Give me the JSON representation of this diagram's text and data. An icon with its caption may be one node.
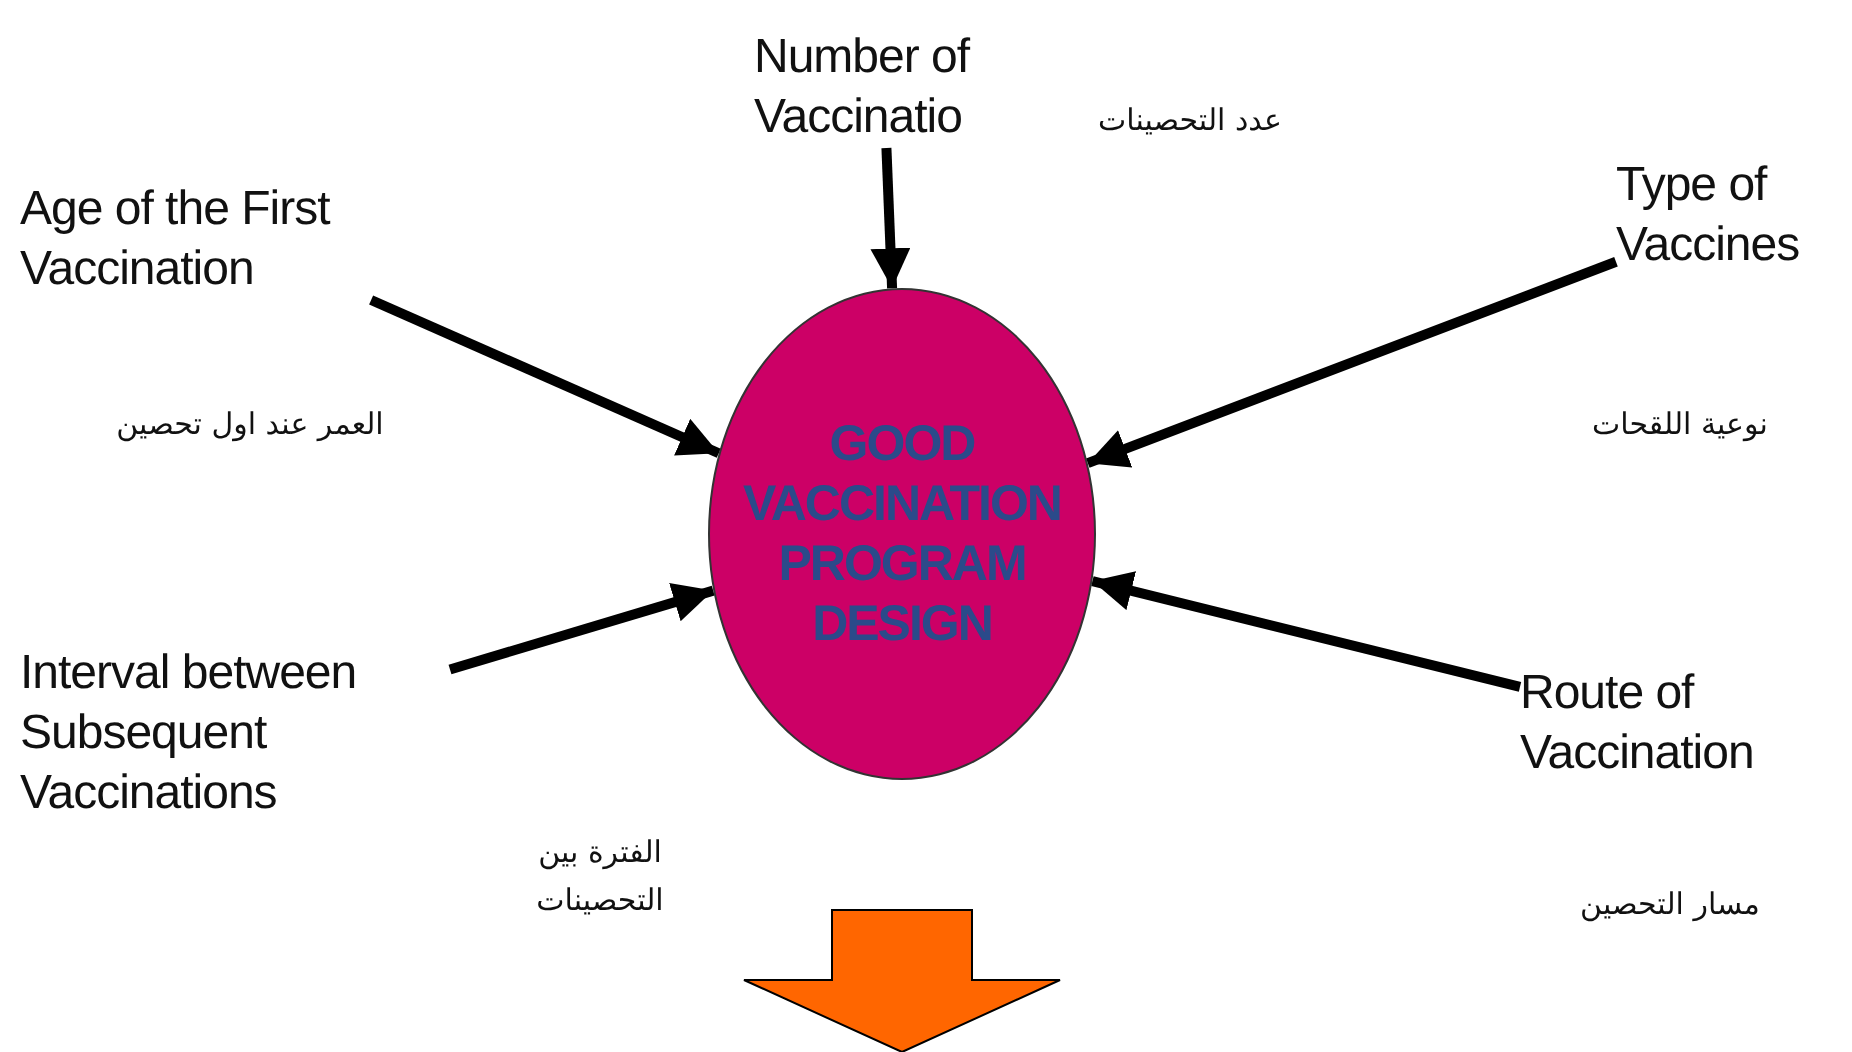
{
  "diagram": {
    "nodes": [
      {
        "text": [
          "GOOD VACCINATION PROGRAM DESIGN"
        ]
      },
      {
        "text": [
          "Number of Vaccinatio"
        ]
      },
      {
        "text": [
          "Age of the First Vaccination"
        ]
      },
      {
        "text": [
          "Type of Vaccines"
        ]
      },
      {
        "text": [
          "Interval between Subsequent Vaccinations"
        ]
      },
      {
        "text": [
          "Route of Vaccination"
        ]
      }
    ],
    "edges": [
      {
        "from": 1,
        "to": 0,
        "arrow": "to"
      },
      {
        "from": 2,
        "to": 0,
        "arrow": "to"
      },
      {
        "from": 3,
        "to": 0,
        "arrow": "to"
      },
      {
        "from": 4,
        "to": 0,
        "arrow": "to"
      },
      {
        "from": 5,
        "to": 0,
        "arrow": "to"
      }
    ],
    "labels": [
      "عدد التحصينات",
      "العمر عند اول تحصين",
      "نوعية اللقحات",
      "الفترة بين التحصينات",
      "مسار التحصين"
    ]
  }
}
